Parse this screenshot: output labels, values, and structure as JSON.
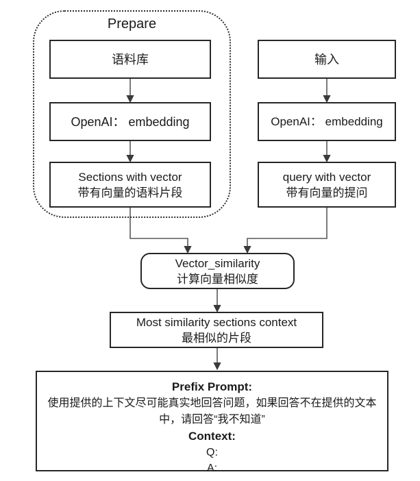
{
  "diagram": {
    "group": {
      "title": "Prepare"
    },
    "nodes": {
      "corpus": {
        "line1": "语料库"
      },
      "embedding_left": {
        "line1": "OpenAI： embedding"
      },
      "sections_with_vector": {
        "line1": "Sections with vector",
        "line2": "带有向量的语料片段"
      },
      "input": {
        "line1": "输入"
      },
      "embedding_right": {
        "line1": "OpenAI： embedding"
      },
      "query_with_vector": {
        "line1": "query with vector",
        "line2": "带有向量的提问"
      },
      "vector_similarity": {
        "line1": "Vector_similarity",
        "line2": "计算向量相似度"
      },
      "most_similarity": {
        "line1": "Most similarity sections context",
        "line2": "最相似的片段"
      },
      "prompt": {
        "prefix_label": "Prefix Prompt:",
        "prefix_body": "使用提供的上下文尽可能真实地回答问题，如果回答不在提供的文本中，请回答“我不知道”",
        "context_label": "Context:",
        "question_label": "Q:",
        "answer_label": "A:"
      }
    },
    "colors": {
      "stroke": "#262626",
      "connector": "#595959",
      "text": "#1a1a1a",
      "background": "#ffffff"
    }
  }
}
